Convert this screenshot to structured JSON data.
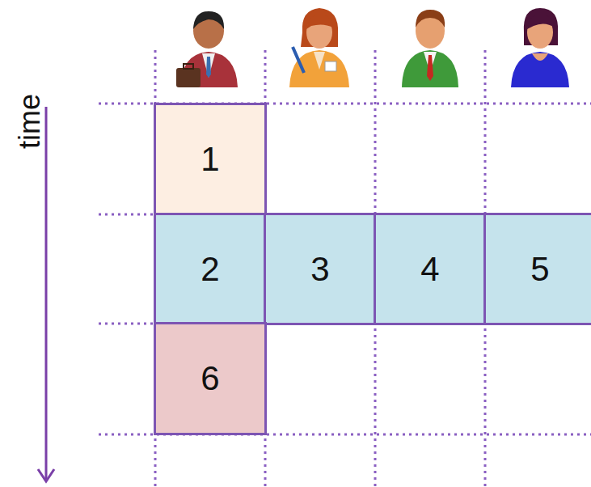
{
  "diagram": {
    "nodes": [
      {
        "text": [
          "1"
        ]
      },
      {
        "text": [
          "2"
        ]
      },
      {
        "text": [
          "3"
        ]
      },
      {
        "text": [
          "4"
        ]
      },
      {
        "text": [
          "5"
        ]
      },
      {
        "text": [
          "6"
        ]
      }
    ],
    "labels": [
      "time"
    ]
  }
}
